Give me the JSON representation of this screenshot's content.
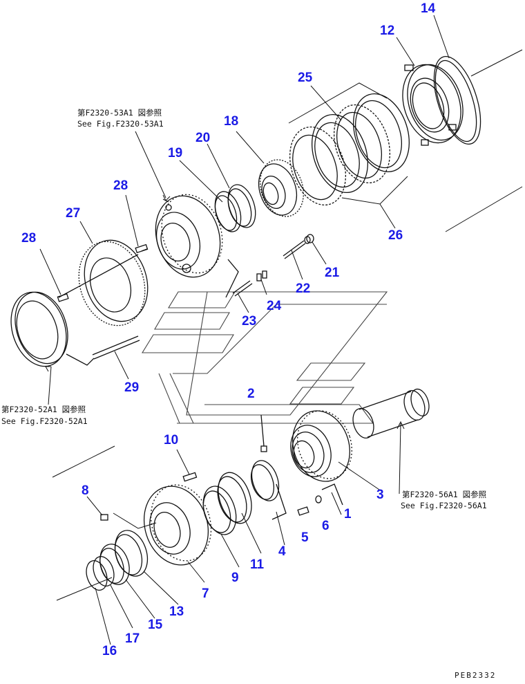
{
  "colors": {
    "callout": "#1a1ae6",
    "line": "#111111",
    "paper": "#ffffff"
  },
  "callouts": {
    "n1": "1",
    "n2": "2",
    "n3": "3",
    "n4": "4",
    "n5": "5",
    "n6": "6",
    "n7": "7",
    "n8": "8",
    "n9": "9",
    "n10": "10",
    "n11": "11",
    "n12": "12",
    "n13": "13",
    "n14": "14",
    "n15": "15",
    "n16": "16",
    "n17": "17",
    "n18": "18",
    "n19": "19",
    "n20": "20",
    "n21": "21",
    "n22": "22",
    "n23": "23",
    "n24": "24",
    "n25": "25",
    "n26": "26",
    "n27": "27",
    "n28a": "28",
    "n28b": "28",
    "n29": "29"
  },
  "references": {
    "ref_53a1_jp": "第F2320-53A1 図参照",
    "ref_53a1_en": "See Fig.F2320-53A1",
    "ref_52a1_jp": "第F2320-52A1 図参照",
    "ref_52a1_en": "See Fig.F2320-52A1",
    "ref_56a1_jp": "第F2320-56A1 図参照",
    "ref_56a1_en": "See Fig.F2320-56A1"
  },
  "drawing_code": "PEB2332"
}
